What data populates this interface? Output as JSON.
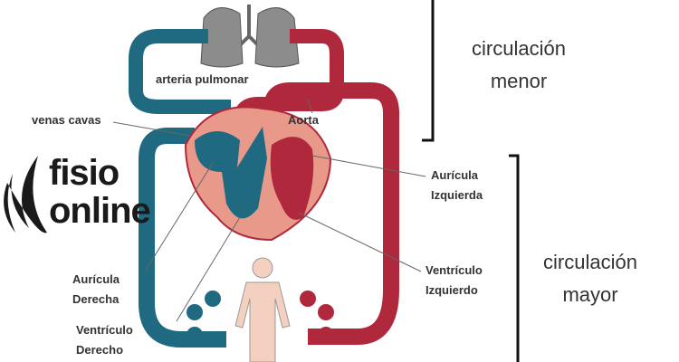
{
  "labels": {
    "arteria_pulmonar": "arteria pulmonar",
    "venas_cavas": "venas cavas",
    "aorta": "Aorta",
    "auricula_izquierda": [
      "Aurícula",
      "Izquierda"
    ],
    "ventriculo_izquierdo": [
      "Ventrículo",
      "Izquierdo"
    ],
    "auricula_derecha": [
      "Aurícula",
      "Derecha"
    ],
    "ventriculo_derecho": [
      "Ventrículo",
      "Derecho"
    ]
  },
  "sections": {
    "menor": [
      "circulación",
      "menor"
    ],
    "mayor": [
      "circulación",
      "mayor"
    ]
  },
  "logo": [
    "fisio",
    "online"
  ],
  "colors": {
    "venous": "#1f6a80",
    "arterial": "#b0283c",
    "heart": "#e8998a",
    "lungs": "#8c8c8c",
    "body": "#f3d0c0"
  }
}
